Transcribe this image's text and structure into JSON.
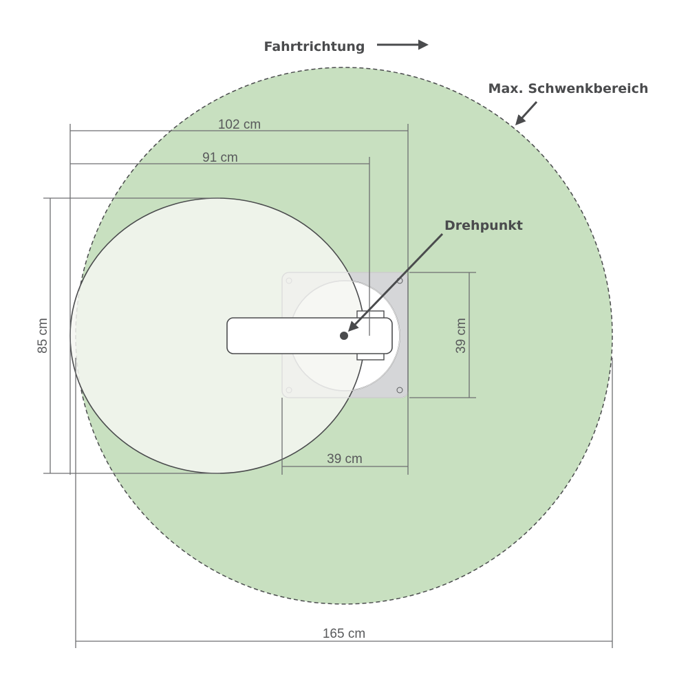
{
  "labels": {
    "direction": "Fahrtrichtung",
    "swing_range": "Max. Schwenkbereich",
    "pivot": "Drehpunkt"
  },
  "dimensions": {
    "arm_outer": "102 cm",
    "arm_inner": "91 cm",
    "table_depth": "85 cm",
    "plate_height": "39 cm",
    "plate_width": "39 cm",
    "swing_diameter": "165 cm"
  },
  "colors": {
    "swing_area": "#c8e0c0",
    "table": "#f4f6f1",
    "plate": "#d5d6d8",
    "ink": "#4a4b4d"
  }
}
